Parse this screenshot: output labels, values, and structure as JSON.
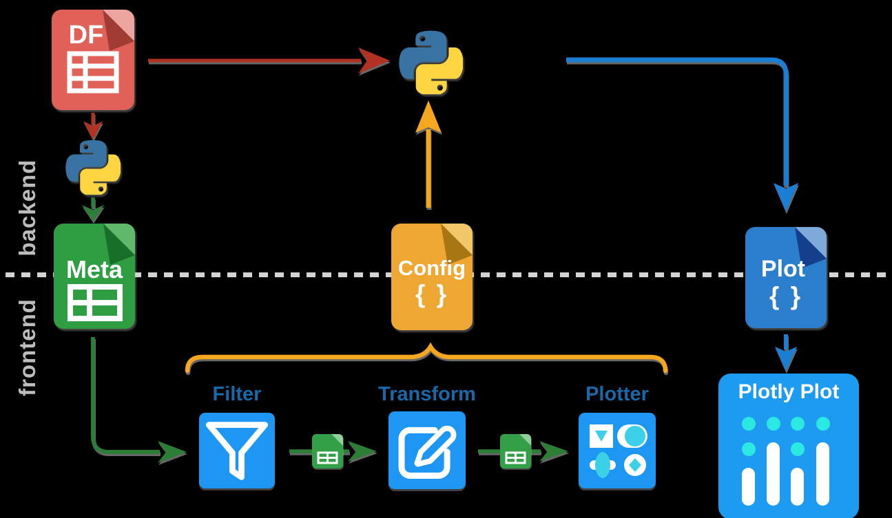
{
  "zones": {
    "backend": "backend",
    "frontend": "frontend"
  },
  "files": {
    "df": {
      "label": "DF"
    },
    "meta": {
      "label": "Meta"
    },
    "config": {
      "label": "Config",
      "braces": "{ }"
    },
    "plot": {
      "label": "Plot",
      "braces": "{ }"
    }
  },
  "components": {
    "filter": {
      "label": "Filter"
    },
    "transform": {
      "label": "Transform"
    },
    "plotter": {
      "label": "Plotter"
    }
  },
  "output": {
    "label": "Plotly Plot"
  },
  "colors": {
    "df_red": "#df6158",
    "meta_green": "#2f9e43",
    "config_amber": "#eea733",
    "plot_blue": "#2b7ecb",
    "component_blue": "#1e96f3",
    "plotly_blue": "#1d9bf0",
    "cyan_accent": "#2ce8e2",
    "arrow_red": "#b23123",
    "arrow_green": "#2c7d36",
    "arrow_orange": "#f5a71f",
    "arrow_blue": "#1b7ed3",
    "label_blue": "#1969a8",
    "zone_gray": "#bdbdbd",
    "dash_gray": "#d4d4d4",
    "python_blue": "#3873a3",
    "python_yellow": "#ffd642"
  }
}
